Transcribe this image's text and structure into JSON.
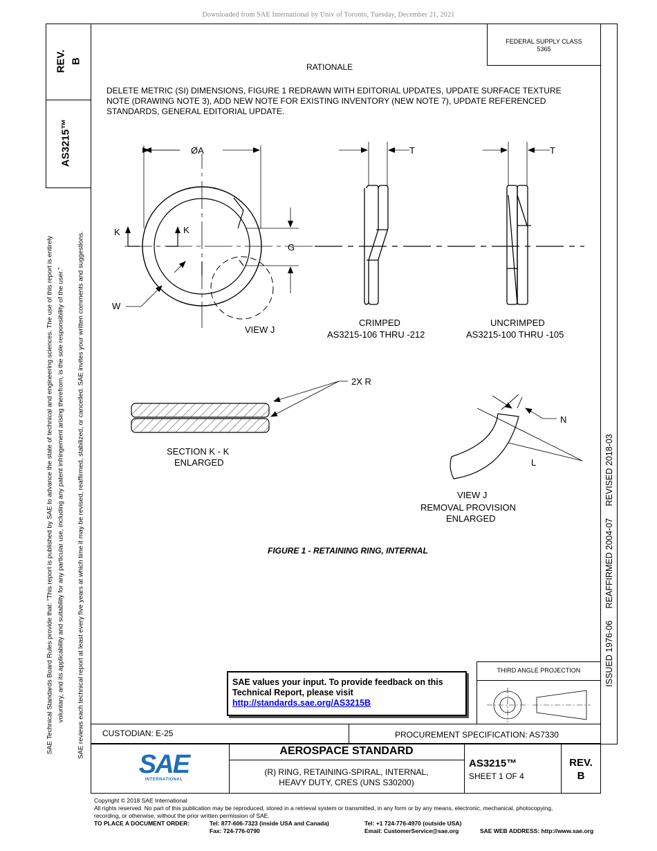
{
  "download_note": "Downloaded from SAE International by Univ of Toronto, Tuesday, December 21, 2021",
  "left_strip": {
    "rev_label": "REV.",
    "rev_value": "B",
    "doc_number": "AS3215™",
    "board_rules_1": "SAE Technical Standards Board Rules provide that: “This report is published by SAE to advance the state of technical and engineering sciences. The use of this report is entirely",
    "board_rules_2": "voluntary, and its applicability and suitability for any particular use, including any patent infringement arising therefrom, is the sole responsibility of the user.”",
    "board_rules_3": "SAE reviews each technical report at least every five years at which time it may be revised, reaffirmed, stabilized, or cancelled. SAE invites your written comments and suggestions."
  },
  "right_strip": {
    "dates": "ISSUED 1976-06     REAFFIRMED 2004-07     REVISED 2018-03"
  },
  "federal_supply": {
    "line1": "FEDERAL SUPPLY CLASS",
    "line2": "5365"
  },
  "rationale": {
    "title": "RATIONALE",
    "line1": "DELETE METRIC (SI) DIMENSIONS, FIGURE 1 REDRAWN WITH EDITORIAL UPDATES, UPDATE SURFACE TEXTURE",
    "line2": "NOTE (DRAWING NOTE 3), ADD NEW NOTE FOR EXISTING INVENTORY (NEW NOTE 7), UPDATE REFERENCED",
    "line3": "STANDARDS, GENERAL EDITORIAL UPDATE."
  },
  "drawing": {
    "dia_label": "ØA",
    "t_label": "T",
    "k_label": "K",
    "g_label": "G",
    "w_label": "W",
    "view_j": "VIEW J",
    "crimped": "CRIMPED",
    "crimped_range": "AS3215-106 THRU -212",
    "uncrimped": "UNCRIMPED",
    "uncrimped_range": "AS3215-100 THRU -105",
    "r_label": "2X R",
    "section_1": "SECTION K - K",
    "section_2": "ENLARGED",
    "n_label": "N",
    "l_label": "L",
    "view_j2_1": "VIEW J",
    "view_j2_2": "REMOVAL PROVISION",
    "view_j2_3": "ENLARGED",
    "figure_caption": "FIGURE 1 - RETAINING RING, INTERNAL"
  },
  "feedback": {
    "line1": "SAE values your input. To provide feedback on this",
    "line2": "Technical Report, please visit",
    "link": "http://standards.sae.org/AS3215B"
  },
  "third_angle": "THIRD ANGLE PROJECTION",
  "title_block": {
    "custodian": "CUSTODIAN: E-25",
    "procurement": "PROCUREMENT SPECIFICATION: AS7330",
    "aerospace": "AEROSPACE STANDARD",
    "title_1": "(R) RING, RETAINING-SPIRAL, INTERNAL,",
    "title_2": "HEAVY DUTY, CRES (UNS S30200)",
    "doc_no": "AS3215™",
    "sheet": "SHEET 1 OF 4",
    "rev_label": "REV.",
    "rev_value": "B",
    "logo_text": "SAE",
    "logo_sub": "INTERNATIONAL"
  },
  "footer": {
    "copyright": "Copyright © 2018 SAE International",
    "rights_1": "All rights reserved. No part of this publication may be reproduced, stored in a retrieval system or transmitted, in any form or by any means, electronic, mechanical, photocopying,",
    "rights_2": "recording, or otherwise, without the prior written permission of SAE.",
    "order_label": "TO PLACE A DOCUMENT ORDER:",
    "tel_usa": "Tel: 877-606-7323 (inside USA and Canada)",
    "fax": "Fax: 724-776-0790",
    "tel_intl": "Tel: +1 724-776-4970 (outside USA)",
    "email": "Email: CustomerService@sae.org",
    "web": "SAE WEB ADDRESS: http://www.sae.org"
  },
  "colors": {
    "link": "#0000ff",
    "sae_blue": "#1f6fb8",
    "note_gray": "#888888"
  }
}
